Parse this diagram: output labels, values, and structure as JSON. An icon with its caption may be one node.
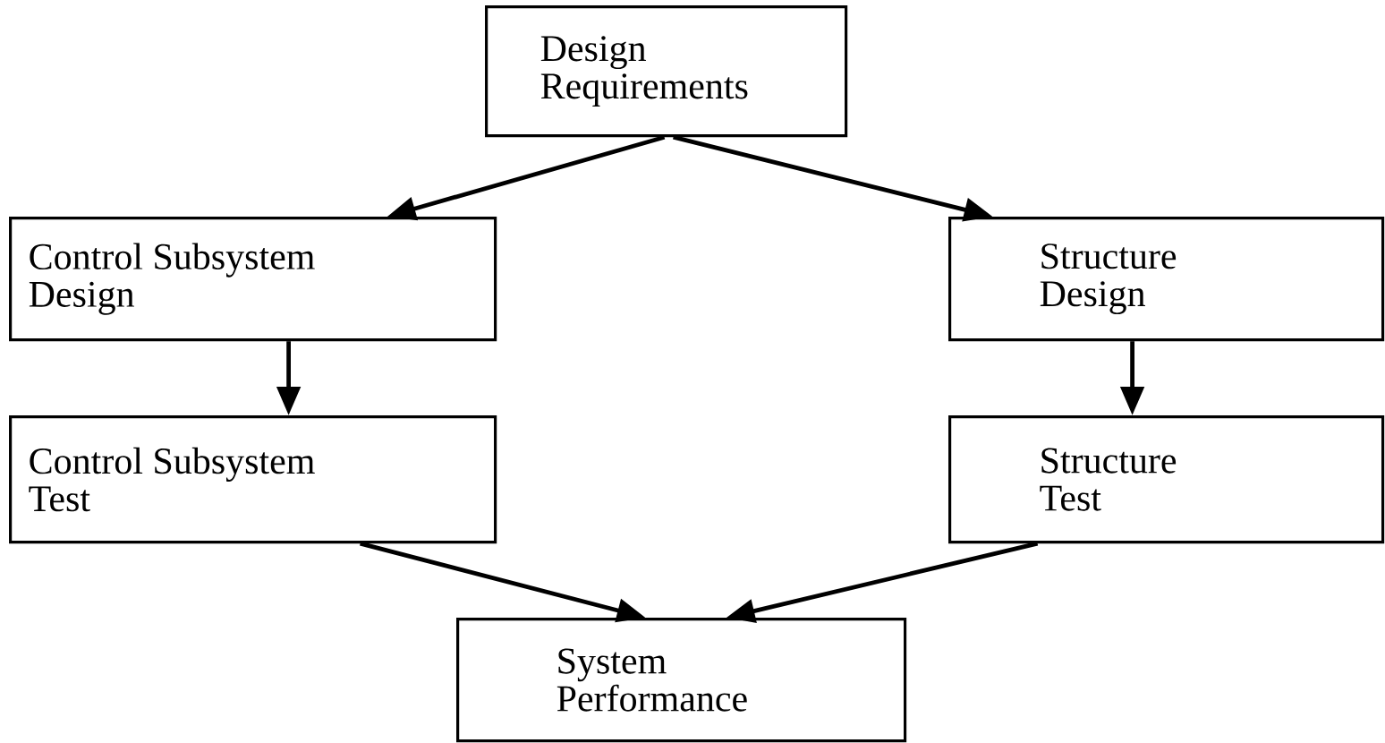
{
  "diagram": {
    "nodes": [
      {
        "text": [
          "Design Requirements"
        ]
      },
      {
        "text": [
          "Control Subsystem Design"
        ]
      },
      {
        "text": [
          "Structure Design"
        ]
      },
      {
        "text": [
          "Control Subsystem Test"
        ]
      },
      {
        "text": [
          "Structure Test"
        ]
      },
      {
        "text": [
          "System Performance"
        ]
      }
    ],
    "edges": [
      {
        "from": 0,
        "to": 1,
        "arrow": "to"
      },
      {
        "from": 0,
        "to": 2,
        "arrow": "to"
      },
      {
        "from": 1,
        "to": 3,
        "arrow": "to"
      },
      {
        "from": 2,
        "to": 4,
        "arrow": "to"
      },
      {
        "from": 3,
        "to": 5,
        "arrow": "to"
      },
      {
        "from": 4,
        "to": 5,
        "arrow": "to"
      }
    ]
  }
}
